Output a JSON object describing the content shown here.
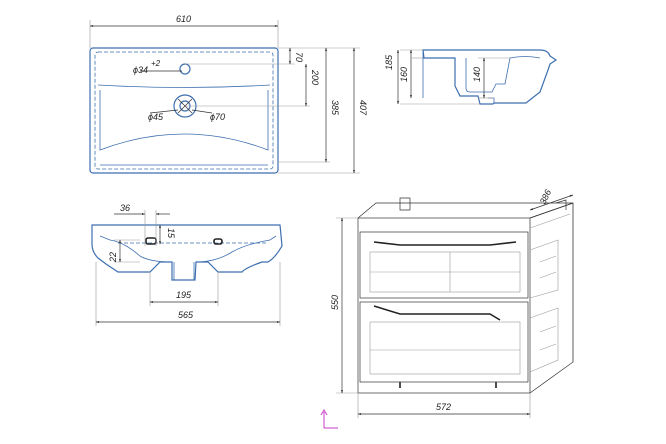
{
  "drawing": {
    "top_view": {
      "width_label": "610",
      "tap_hole_label": "ϕ34",
      "tap_hole_sup": "+2",
      "offset_label": "70",
      "drain_depth_label": "200",
      "drain_label_a": "ϕ45",
      "drain_label_b": "ϕ70",
      "inner_depth_label": "385",
      "outer_depth_label": "407"
    },
    "section_view": {
      "total_height_label": "185",
      "rim_height_label": "160",
      "basin_depth_label": "140"
    },
    "front_view": {
      "offset_label": "36",
      "hole_label": "15",
      "depth_label": "22",
      "drain_width_label": "195",
      "overall_width_label": "565"
    },
    "cabinet_view": {
      "depth_label": "386",
      "height_label": "550",
      "width_label": "572"
    }
  }
}
